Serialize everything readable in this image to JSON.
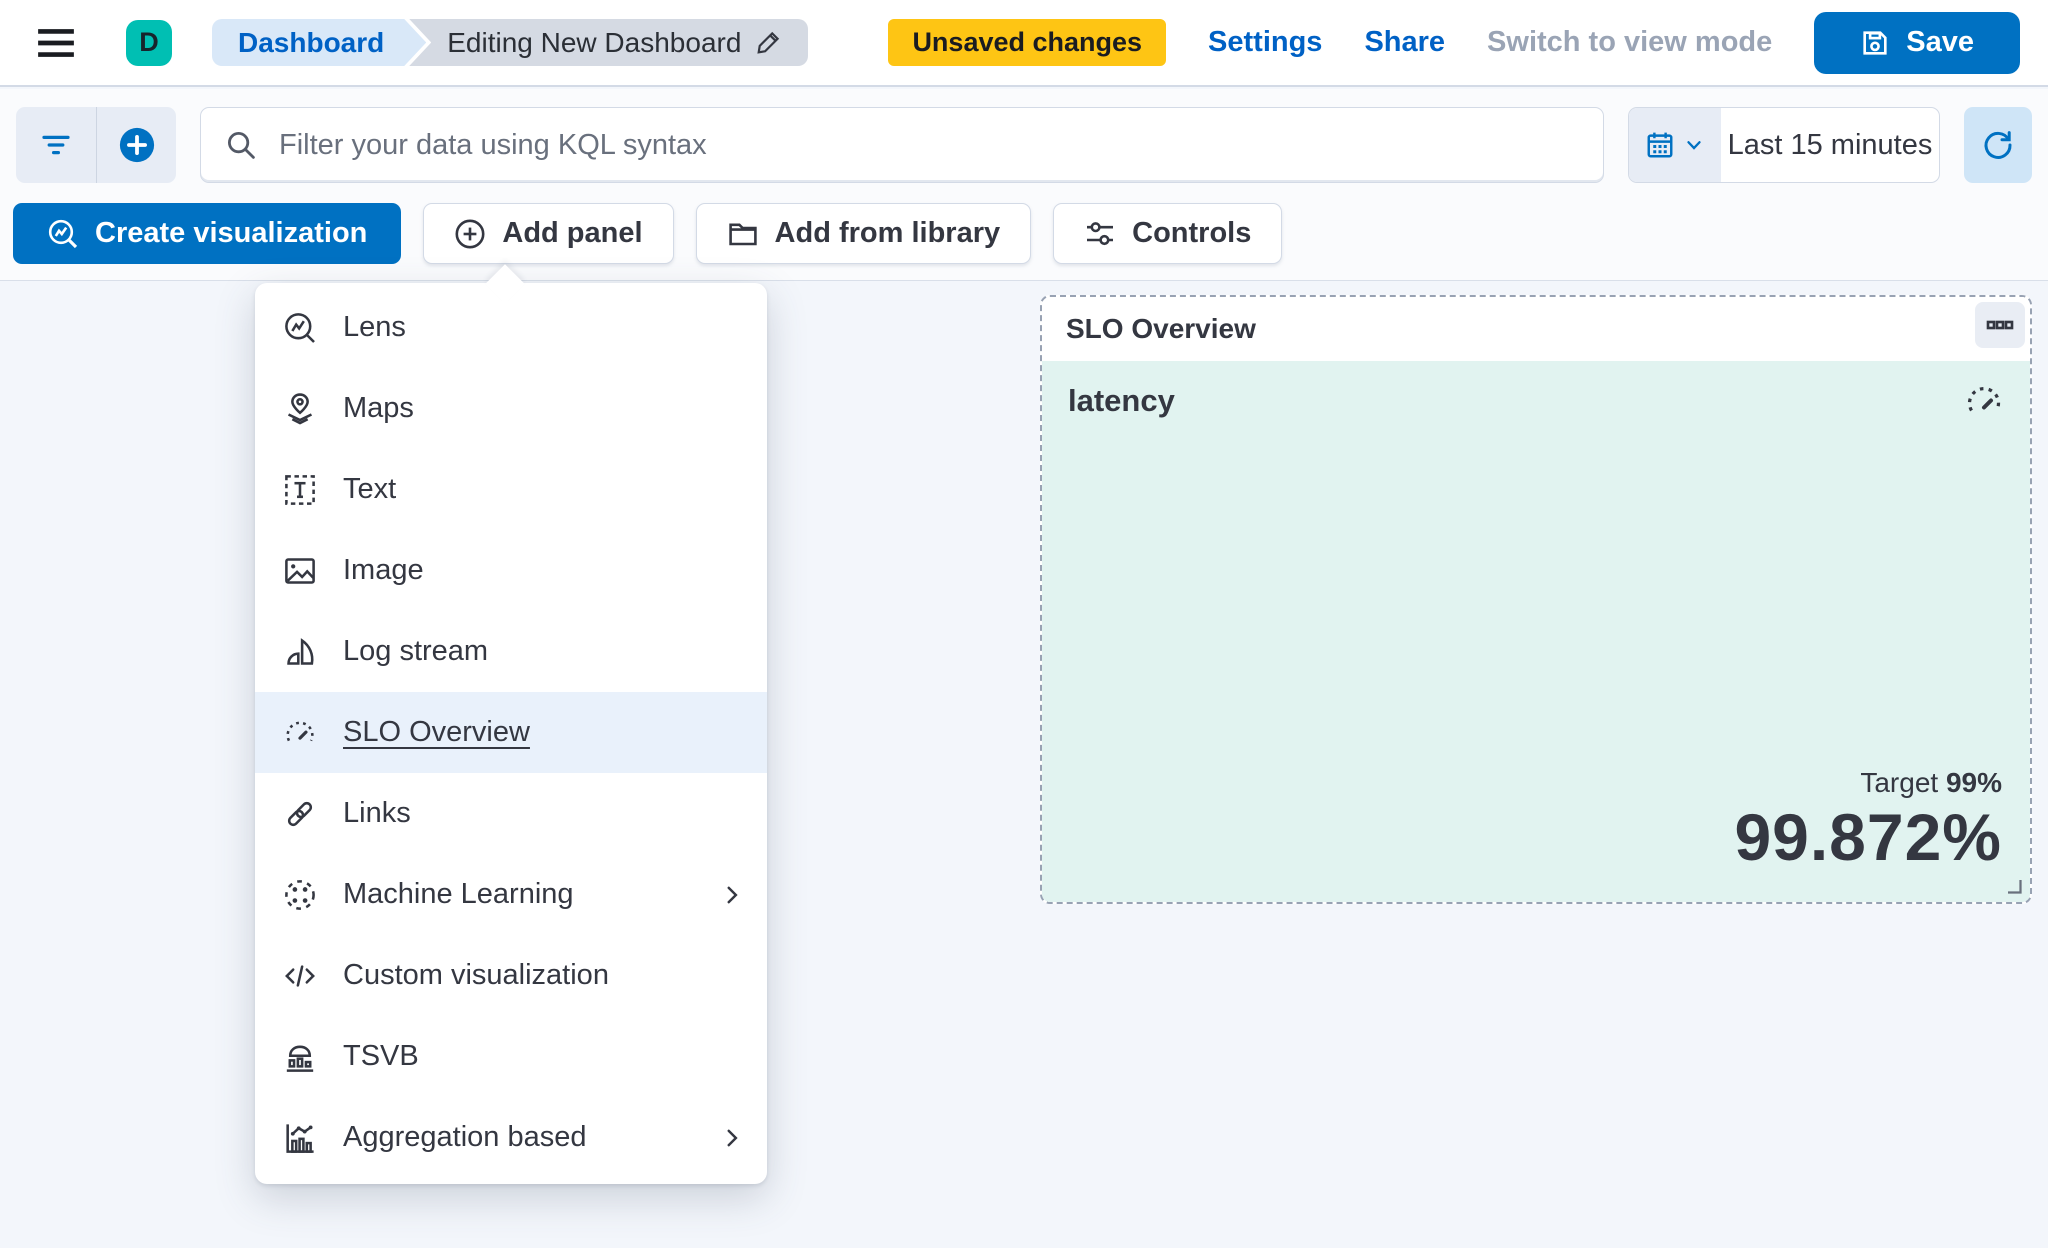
{
  "header": {
    "avatar_letter": "D",
    "breadcrumbs": {
      "first": "Dashboard",
      "current": "Editing New Dashboard"
    },
    "unsaved_badge": "Unsaved changes",
    "settings_link": "Settings",
    "share_link": "Share",
    "switch_view_link": "Switch to view mode",
    "save_label": "Save"
  },
  "query_bar": {
    "kql_placeholder": "Filter your data using KQL syntax",
    "time_range": "Last 15 minutes"
  },
  "actions": {
    "create_visualization": "Create visualization",
    "add_panel": "Add panel",
    "add_from_library": "Add from library",
    "controls": "Controls"
  },
  "add_panel_menu": {
    "items": [
      {
        "label": "Lens",
        "icon": "lens-icon"
      },
      {
        "label": "Maps",
        "icon": "maps-icon"
      },
      {
        "label": "Text",
        "icon": "text-icon"
      },
      {
        "label": "Image",
        "icon": "image-icon"
      },
      {
        "label": "Log stream",
        "icon": "log-stream-icon"
      },
      {
        "label": "SLO Overview",
        "icon": "slo-gauge-icon",
        "selected": true
      },
      {
        "label": "Links",
        "icon": "links-icon"
      },
      {
        "label": "Machine Learning",
        "icon": "machine-learning-icon",
        "has_submenu": true
      },
      {
        "label": "Custom visualization",
        "icon": "code-icon"
      },
      {
        "label": "TSVB",
        "icon": "tsvb-icon"
      },
      {
        "label": "Aggregation based",
        "icon": "aggregation-icon",
        "has_submenu": true
      }
    ]
  },
  "slo_panel": {
    "title": "SLO Overview",
    "metric_name": "latency",
    "target_label": "Target",
    "target_value": "99%",
    "value": "99.872%"
  },
  "colors": {
    "primary": "#0071c2",
    "warning_badge": "#fec514",
    "avatar": "#00bfb3",
    "slo_tint": "#e1f3f0",
    "selected_row": "#e9f1fb"
  }
}
